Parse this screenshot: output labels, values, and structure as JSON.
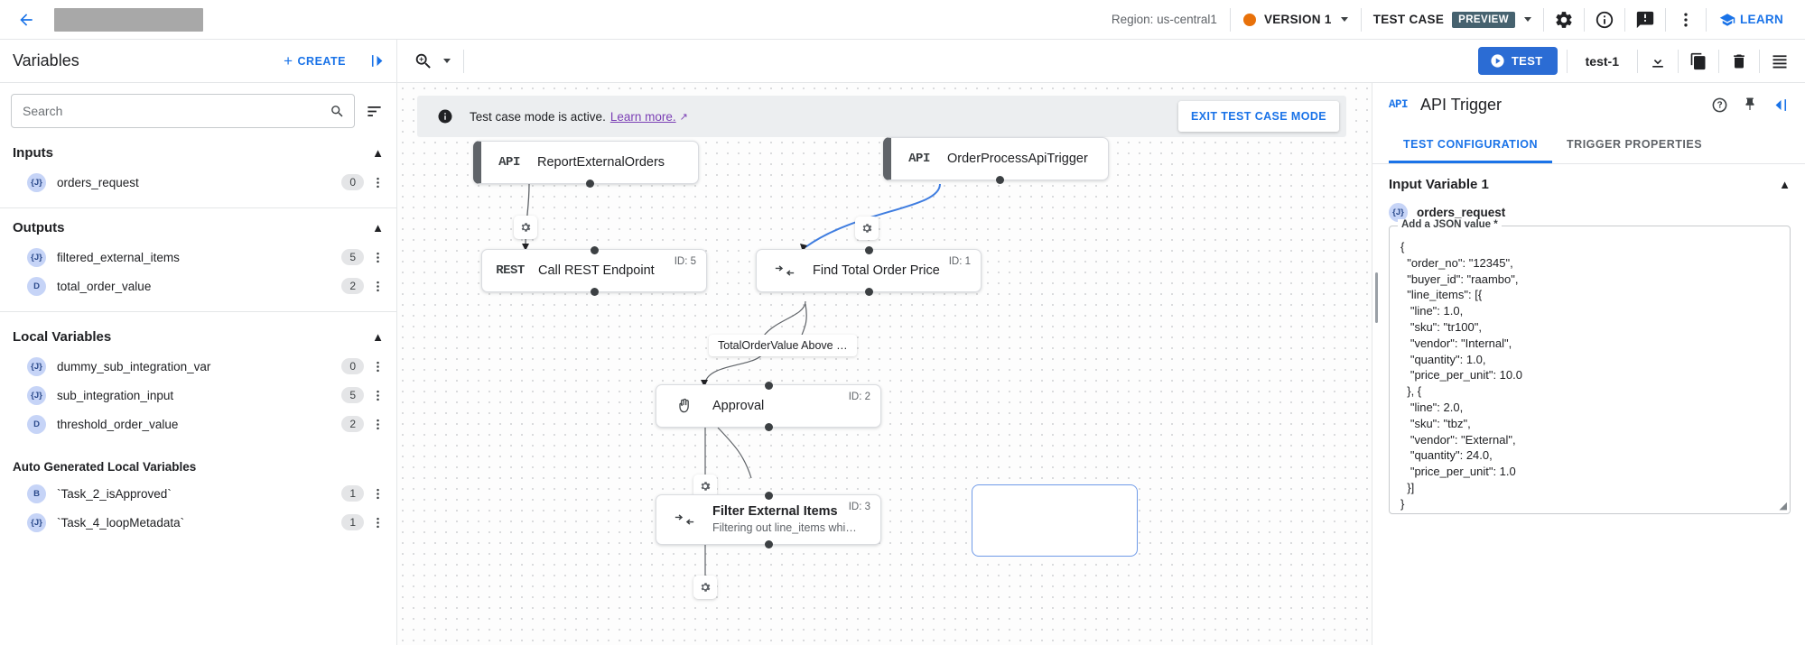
{
  "topbar": {
    "back_icon": "arrow-left-icon",
    "region": "Region: us-central1",
    "version": "VERSION 1",
    "test_case_label": "TEST CASE",
    "preview_badge": "PREVIEW",
    "learn": "LEARN",
    "accent_blue": "#1a73e8",
    "version_dot_color": "#e8710a",
    "preview_badge_color": "#46626f"
  },
  "subbar": {
    "variables_title": "Variables",
    "create_label": "CREATE",
    "test_label": "TEST",
    "test_case_name": "test-1",
    "test_button_color": "#2b6cd4"
  },
  "variables_panel": {
    "search_placeholder": "Search",
    "search_value": "",
    "groups": [
      {
        "title": "Inputs",
        "items": [
          {
            "type": "{J}",
            "name": "orders_request",
            "count": "0"
          }
        ]
      },
      {
        "title": "Outputs",
        "items": [
          {
            "type": "{J}",
            "name": "filtered_external_items",
            "count": "5"
          },
          {
            "type": "D",
            "name": "total_order_value",
            "count": "2"
          }
        ]
      },
      {
        "title": "Local Variables",
        "items": [
          {
            "type": "{J}",
            "name": "dummy_sub_integration_var",
            "count": "0"
          },
          {
            "type": "{J}",
            "name": "sub_integration_input",
            "count": "5"
          },
          {
            "type": "D",
            "name": "threshold_order_value",
            "count": "2"
          }
        ]
      }
    ],
    "auto_generated_title": "Auto Generated Local Variables",
    "auto_generated_items": [
      {
        "type": "B",
        "name": "`Task_2_isApproved`",
        "count": "1"
      },
      {
        "type": "{J}",
        "name": "`Task_4_loopMetadata`",
        "count": "1"
      }
    ]
  },
  "canvas": {
    "banner_text": "Test case mode is active.",
    "banner_link": "Learn more.",
    "exit_button": "EXIT TEST CASE MODE",
    "nodes": [
      {
        "id": "",
        "badge": "API",
        "title": "ReportExternalOrders",
        "subtitle": "",
        "kind": "trigger"
      },
      {
        "id": "",
        "badge": "API",
        "title": "OrderProcessApiTrigger",
        "subtitle": "",
        "kind": "trigger"
      },
      {
        "id": "ID: 5",
        "badge": "REST",
        "title": "Call REST Endpoint",
        "subtitle": "",
        "kind": "task"
      },
      {
        "id": "ID: 1",
        "badge": "mapping",
        "title": "Find Total Order Price",
        "subtitle": "",
        "kind": "task"
      },
      {
        "id": "ID: 2",
        "badge": "hand",
        "title": "Approval",
        "subtitle": "",
        "kind": "task"
      },
      {
        "id": "ID: 3",
        "badge": "mapping",
        "title": "Filter External Items",
        "subtitle": "Filtering out line_items whi…",
        "kind": "task"
      }
    ],
    "edge_label": "TotalOrderValue Above …"
  },
  "right_panel": {
    "api_badge": "API",
    "title": "API Trigger",
    "tabs": [
      {
        "label": "TEST CONFIGURATION",
        "active": true
      },
      {
        "label": "TRIGGER PROPERTIES",
        "active": false
      }
    ],
    "section_title": "Input Variable 1",
    "variable_type": "{J}",
    "variable_name": "orders_request",
    "json_legend": "Add a JSON value *",
    "json_value": "{\n  \"order_no\": \"12345\",\n  \"buyer_id\": \"raambo\",\n  \"line_items\": [{\n   \"line\": 1.0,\n   \"sku\": \"tr100\",\n   \"vendor\": \"Internal\",\n   \"quantity\": 1.0,\n   \"price_per_unit\": 10.0\n  }, {\n   \"line\": 2.0,\n   \"sku\": \"tbz\",\n   \"vendor\": \"External\",\n   \"quantity\": 24.0,\n   \"price_per_unit\": 1.0\n  }]\n}"
  }
}
